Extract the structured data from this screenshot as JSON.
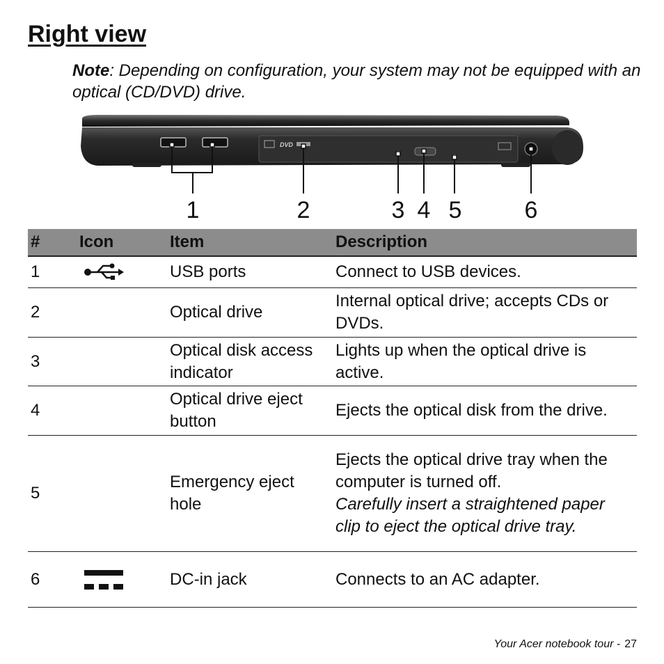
{
  "page": {
    "title": "Right view",
    "note_label": "Note",
    "note_text": ": Depending on configuration, your system may not be equipped with an optical (CD/DVD) drive.",
    "footer_text": "Your Acer notebook tour -",
    "page_number": "27"
  },
  "figure": {
    "callouts": [
      "1",
      "2",
      "3",
      "4",
      "5",
      "6"
    ],
    "dvd_text": "DVD"
  },
  "table": {
    "headers": [
      "#",
      "Icon",
      "Item",
      "Description"
    ],
    "rows": [
      {
        "num": "1",
        "icon": "usb-icon",
        "item": "USB ports",
        "desc": "Connect to USB devices.",
        "desc_italic": ""
      },
      {
        "num": "2",
        "icon": "",
        "item": "Optical drive",
        "desc": "Internal optical drive; accepts CDs or DVDs.",
        "desc_italic": ""
      },
      {
        "num": "3",
        "icon": "",
        "item": "Optical disk access indicator",
        "desc": "Lights up when the optical drive is active.",
        "desc_italic": ""
      },
      {
        "num": "4",
        "icon": "",
        "item": "Optical drive eject button",
        "desc": "Ejects the optical disk from the drive.",
        "desc_italic": ""
      },
      {
        "num": "5",
        "icon": "",
        "item": "Emergency eject hole",
        "desc": "Ejects the optical drive tray when the computer is turned off.",
        "desc_italic": "Carefully insert a straightened paper clip to eject the optical drive tray."
      },
      {
        "num": "6",
        "icon": "dc-icon",
        "item": "DC-in jack",
        "desc": "Connects to an AC adapter.",
        "desc_italic": ""
      }
    ]
  }
}
